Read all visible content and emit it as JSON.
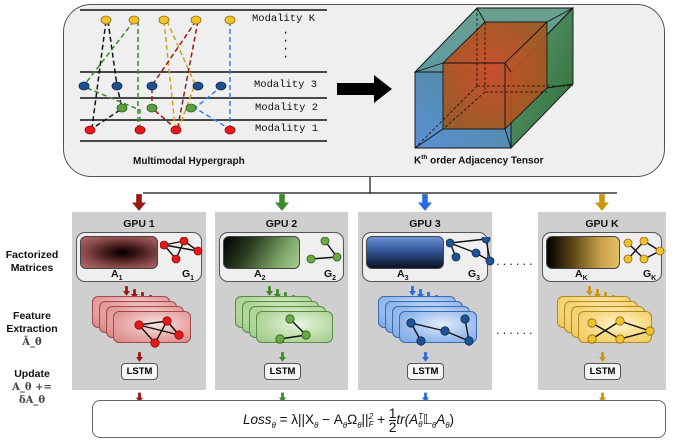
{
  "hypergraph": {
    "caption": "Multimodal Hypergraph",
    "modalities": [
      "Modality K",
      "Modality 3",
      "Modality 2",
      "Modality 1"
    ],
    "ellipsis": ":",
    "node_colors": {
      "modality_k": "#f2c22e",
      "modality_3": "#1f4f8e",
      "modality_2": "#5d9e3f",
      "modality_1": "#e8181a"
    },
    "edge_colors": [
      "#111111",
      "#3d8a2a",
      "#d3a21a",
      "#9a1b12",
      "#3f7fe0"
    ]
  },
  "tensor": {
    "caption_prefix": "K",
    "caption_sup": "th",
    "caption_suffix": " order Adjacency Tensor"
  },
  "row_labels": {
    "factorized": [
      "Factorized",
      "Matrices"
    ],
    "feature": [
      "Feature",
      "Extraction"
    ],
    "feature_math": "Ã_θ",
    "update": "Update",
    "update_math": "A_θ += δA_θ"
  },
  "gpus": [
    {
      "title": "GPU 1",
      "matrix_label": "A",
      "matrix_sub": "1",
      "graph_label": "G",
      "graph_sub": "1",
      "color": "#9a1b12",
      "lstm": "LSTM"
    },
    {
      "title": "GPU 2",
      "matrix_label": "A",
      "matrix_sub": "2",
      "graph_label": "G",
      "graph_sub": "2",
      "color": "#3d8a2a",
      "lstm": "LSTM"
    },
    {
      "title": "GPU 3",
      "matrix_label": "A",
      "matrix_sub": "3",
      "graph_label": "G",
      "graph_sub": "3",
      "color": "#2a6be0",
      "lstm": "LSTM"
    },
    {
      "title": "GPU K",
      "matrix_label": "A",
      "matrix_sub": "K",
      "graph_label": "G",
      "graph_sub": "K",
      "color": "#c8960f",
      "lstm": "LSTM"
    }
  ],
  "ellipsis_between": "......",
  "loss": {
    "lhs": "Loss",
    "sub": "θ",
    "eq": " = λ||X",
    "mid": " − A",
    "omega": "Ω",
    "fro": "||",
    "sup2": "2",
    "subF": "F",
    "plus": " + ",
    "frac_num": "1",
    "frac_den": "2",
    "tr": "tr(A",
    "supT": "T",
    "L": "𝕃",
    "end": "A",
    "close": ")"
  }
}
